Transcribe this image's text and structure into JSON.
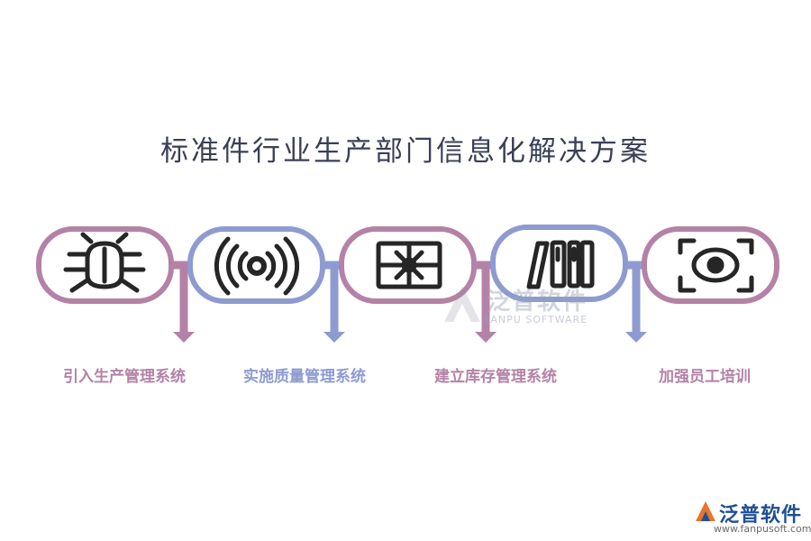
{
  "title": "标准件行业生产部门信息化解决方案",
  "colors": {
    "mauve": "#b482a6",
    "periwinkle": "#8e9bd1",
    "icon": "#262626"
  },
  "steps": [
    {
      "icon": "bug-icon",
      "label": "引入生产管理系统",
      "color": "#b482a6"
    },
    {
      "icon": "signal-icon",
      "label": "实施质量管理系统",
      "color": "#8e9bd1"
    },
    {
      "icon": "gift-box-icon",
      "label": "建立库存管理系统",
      "color": "#b482a6"
    },
    {
      "icon": "books-icon",
      "label": "",
      "color": "#8e9bd1"
    },
    {
      "icon": "scan-eye-icon",
      "label": "加强员工培训",
      "color": "#b482a6"
    }
  ],
  "watermark": {
    "name": "泛普软件",
    "sub": "FANPU SOFTWARE"
  },
  "logo": {
    "name": "泛普软件",
    "url": "www.fanpusoft.com"
  }
}
